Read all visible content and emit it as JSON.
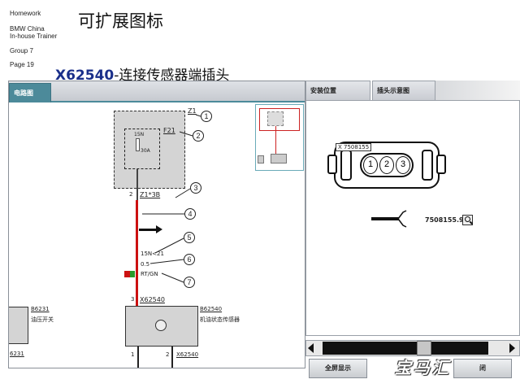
{
  "side": {
    "homework": "Homework",
    "company1": "BMW China",
    "company2": "In-house Trainer",
    "group": "Group 7",
    "page": "Page 19"
  },
  "heading": "可扩展图标",
  "subheading": {
    "code": "X62540",
    "text": "-连接传感器端插头"
  },
  "tabs": {
    "circuit": "电路图",
    "location": "安装位置",
    "connector_view": "插头示意图"
  },
  "diagram": {
    "z1": "Z1",
    "f21": "F21",
    "fuse_15n": "15N",
    "fuse_30a": "30A",
    "pin2": "2",
    "z1_3b": "Z1*3B",
    "wire_15n": "15N<21",
    "wire_size": "0.5",
    "wire_color": "RT/GN",
    "pin3": "3",
    "x62540": "X62540",
    "b6231": "B6231",
    "oil_switch": "油压开关",
    "b62540": "B62540",
    "oil_sensor": "机油状态传感器",
    "left_frag": "6231",
    "pin1": "1",
    "pin2b": "2",
    "x62540b": "X62540",
    "callouts": [
      "1",
      "2",
      "3",
      "4",
      "5",
      "6",
      "7"
    ]
  },
  "connector": {
    "part_label": "X 7508155",
    "pins": [
      "1",
      "2",
      "3"
    ],
    "part_number": "7508155.9"
  },
  "buttons": {
    "fullscreen": "全屏显示",
    "close": "闭"
  },
  "watermark": "宝马汇",
  "colors": {
    "accent": "#4c8a9a",
    "wire": "#cc1111",
    "link": "#1a3ea8"
  },
  "icons": {
    "zoom": "zoom-icon",
    "arrow": "arrow-right-icon"
  }
}
